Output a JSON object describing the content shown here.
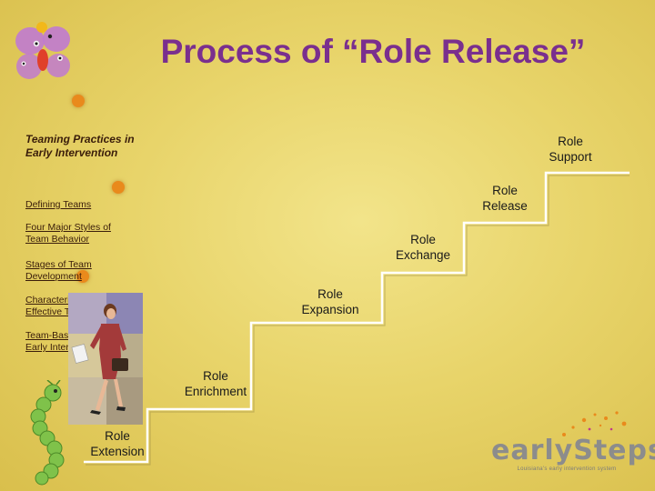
{
  "title": "Process of “Role Release”",
  "heading": "Teaming Practices in Early Intervention",
  "links": [
    "Defining Teams",
    "Four Major Styles of Team Behavior",
    "Stages of Team Development",
    "Characteristics of Effective Teams",
    "Team-Based Practices of Early Intervention"
  ],
  "steps": {
    "support": "Role Support",
    "release": "Role Release",
    "exchange": "Role Exchange",
    "expansion": "Role Expansion",
    "enrichment": "Role Enrichment",
    "extension": "Role Extension"
  },
  "logo": {
    "word": "earlySteps",
    "tagline": "Louisiana's early intervention system"
  },
  "colors": {
    "title": "#7a2f8e",
    "accent_dot": "#e98a1c",
    "stair_line": "#ffffff"
  }
}
